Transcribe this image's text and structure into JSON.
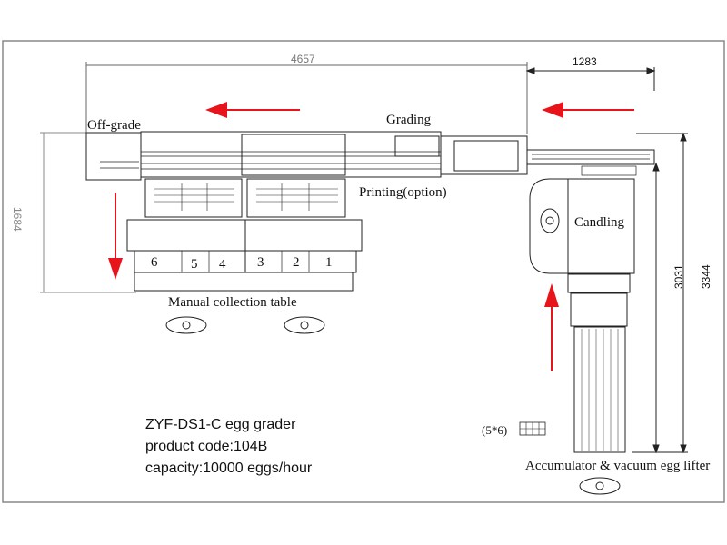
{
  "dimensions": {
    "total_length": "4657",
    "lifter_width": "1283",
    "grader_width": "1684",
    "lifter_length": "3031",
    "total_depth": "3344"
  },
  "labels": {
    "off_grade": "Off-grade",
    "grading": "Grading",
    "printing": "Printing(option)",
    "candling": "Candling",
    "manual_table": "Manual collection table",
    "accumulator": "Accumulator & vacuum egg lifter",
    "tray": "(5*6)"
  },
  "slots": [
    "6",
    "5",
    "4",
    "3",
    "2",
    "1"
  ],
  "info": {
    "model": "ZYF-DS1-C egg grader",
    "code": "product code:104B",
    "capacity": "capacity:10000 eggs/hour"
  },
  "colors": {
    "arrow": "#e8141c",
    "line": "#222222"
  }
}
